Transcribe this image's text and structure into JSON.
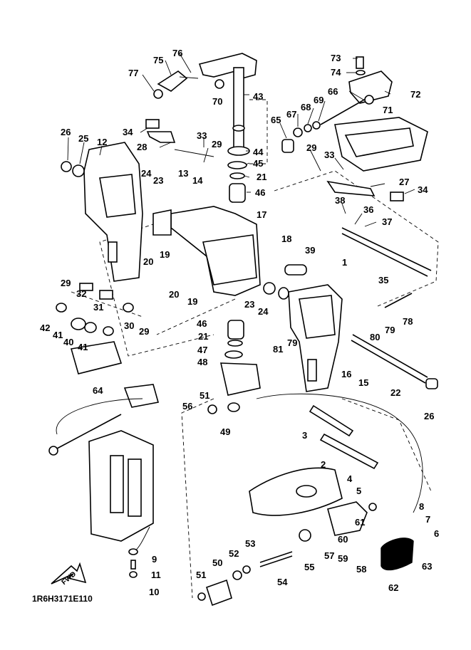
{
  "diagram": {
    "reference_code": "1R6H3171E110",
    "fwd_label": "FWD",
    "callouts": [
      {
        "id": "c1",
        "text": "1"
      },
      {
        "id": "c2",
        "text": "2"
      },
      {
        "id": "c3",
        "text": "3"
      },
      {
        "id": "c4",
        "text": "4"
      },
      {
        "id": "c5",
        "text": "5"
      },
      {
        "id": "c6",
        "text": "6"
      },
      {
        "id": "c7",
        "text": "7"
      },
      {
        "id": "c8",
        "text": "8"
      },
      {
        "id": "c9",
        "text": "9"
      },
      {
        "id": "c10",
        "text": "10"
      },
      {
        "id": "c11",
        "text": "11"
      },
      {
        "id": "c12",
        "text": "12"
      },
      {
        "id": "c13",
        "text": "13"
      },
      {
        "id": "c14",
        "text": "14"
      },
      {
        "id": "c15",
        "text": "15"
      },
      {
        "id": "c16",
        "text": "16"
      },
      {
        "id": "c17",
        "text": "17"
      },
      {
        "id": "c18",
        "text": "18"
      },
      {
        "id": "c19a",
        "text": "19"
      },
      {
        "id": "c19b",
        "text": "19"
      },
      {
        "id": "c20a",
        "text": "20"
      },
      {
        "id": "c20b",
        "text": "20"
      },
      {
        "id": "c21a",
        "text": "21"
      },
      {
        "id": "c21b",
        "text": "21"
      },
      {
        "id": "c22",
        "text": "22"
      },
      {
        "id": "c23a",
        "text": "23"
      },
      {
        "id": "c23b",
        "text": "23"
      },
      {
        "id": "c24a",
        "text": "24"
      },
      {
        "id": "c24b",
        "text": "24"
      },
      {
        "id": "c25",
        "text": "25"
      },
      {
        "id": "c26a",
        "text": "26"
      },
      {
        "id": "c26b",
        "text": "26"
      },
      {
        "id": "c27",
        "text": "27"
      },
      {
        "id": "c28",
        "text": "28"
      },
      {
        "id": "c29a",
        "text": "29"
      },
      {
        "id": "c29b",
        "text": "29"
      },
      {
        "id": "c29c",
        "text": "29"
      },
      {
        "id": "c29d",
        "text": "29"
      },
      {
        "id": "c30",
        "text": "30"
      },
      {
        "id": "c31",
        "text": "31"
      },
      {
        "id": "c32",
        "text": "32"
      },
      {
        "id": "c33a",
        "text": "33"
      },
      {
        "id": "c33b",
        "text": "33"
      },
      {
        "id": "c34a",
        "text": "34"
      },
      {
        "id": "c34b",
        "text": "34"
      },
      {
        "id": "c35",
        "text": "35"
      },
      {
        "id": "c36",
        "text": "36"
      },
      {
        "id": "c37",
        "text": "37"
      },
      {
        "id": "c38",
        "text": "38"
      },
      {
        "id": "c39",
        "text": "39"
      },
      {
        "id": "c40",
        "text": "40"
      },
      {
        "id": "c41a",
        "text": "41"
      },
      {
        "id": "c41b",
        "text": "41"
      },
      {
        "id": "c42",
        "text": "42"
      },
      {
        "id": "c43",
        "text": "43"
      },
      {
        "id": "c44",
        "text": "44"
      },
      {
        "id": "c45",
        "text": "45"
      },
      {
        "id": "c46a",
        "text": "46"
      },
      {
        "id": "c46b",
        "text": "46"
      },
      {
        "id": "c47",
        "text": "47"
      },
      {
        "id": "c48",
        "text": "48"
      },
      {
        "id": "c49",
        "text": "49"
      },
      {
        "id": "c50",
        "text": "50"
      },
      {
        "id": "c51a",
        "text": "51"
      },
      {
        "id": "c51b",
        "text": "51"
      },
      {
        "id": "c52",
        "text": "52"
      },
      {
        "id": "c53",
        "text": "53"
      },
      {
        "id": "c54",
        "text": "54"
      },
      {
        "id": "c55",
        "text": "55"
      },
      {
        "id": "c56",
        "text": "56"
      },
      {
        "id": "c57",
        "text": "57"
      },
      {
        "id": "c58",
        "text": "58"
      },
      {
        "id": "c59",
        "text": "59"
      },
      {
        "id": "c60",
        "text": "60"
      },
      {
        "id": "c61",
        "text": "61"
      },
      {
        "id": "c62",
        "text": "62"
      },
      {
        "id": "c63",
        "text": "63"
      },
      {
        "id": "c64",
        "text": "64"
      },
      {
        "id": "c65",
        "text": "65"
      },
      {
        "id": "c66",
        "text": "66"
      },
      {
        "id": "c67",
        "text": "67"
      },
      {
        "id": "c68",
        "text": "68"
      },
      {
        "id": "c69",
        "text": "69"
      },
      {
        "id": "c70",
        "text": "70"
      },
      {
        "id": "c71",
        "text": "71"
      },
      {
        "id": "c72",
        "text": "72"
      },
      {
        "id": "c73",
        "text": "73"
      },
      {
        "id": "c74",
        "text": "74"
      },
      {
        "id": "c75",
        "text": "75"
      },
      {
        "id": "c76",
        "text": "76"
      },
      {
        "id": "c77",
        "text": "77"
      },
      {
        "id": "c78",
        "text": "78"
      },
      {
        "id": "c79a",
        "text": "79"
      },
      {
        "id": "c79b",
        "text": "79"
      },
      {
        "id": "c80",
        "text": "80"
      },
      {
        "id": "c81",
        "text": "81"
      }
    ]
  }
}
